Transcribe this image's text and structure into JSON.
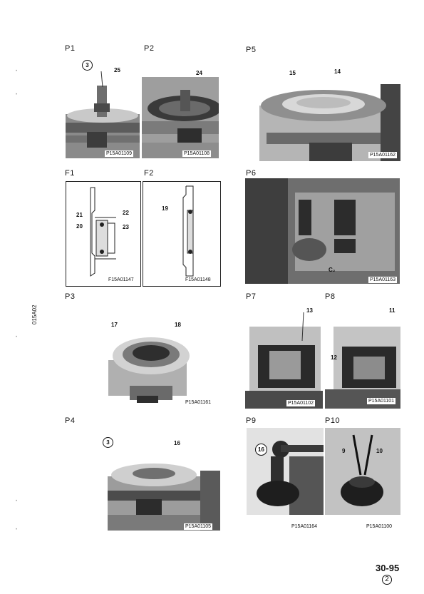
{
  "figures": {
    "p1": {
      "label": "P1",
      "code": "P15A01109",
      "callouts": {
        "c1": "3",
        "c2": "25"
      }
    },
    "p2": {
      "label": "P2",
      "code": "P15A01108",
      "callouts": {
        "c1": "24"
      }
    },
    "p5": {
      "label": "P5",
      "code": "P15A01162",
      "callouts": {
        "c1": "15",
        "c2": "14"
      }
    },
    "f1": {
      "label": "F1",
      "code": "F15A01147",
      "callouts": {
        "c1": "21",
        "c2": "22",
        "c3": "20",
        "c4": "23"
      }
    },
    "f2": {
      "label": "F2",
      "code": "F15A01148",
      "callouts": {
        "c1": "19"
      }
    },
    "p6": {
      "label": "P6",
      "code": "P15A01163",
      "callouts": {
        "c1": "C₂"
      }
    },
    "p3": {
      "label": "P3",
      "code": "P15A01161",
      "callouts": {
        "c1": "17",
        "c2": "18"
      }
    },
    "p7": {
      "label": "P7",
      "code": "P15A01102",
      "callouts": {
        "c1": "13"
      }
    },
    "p8": {
      "label": "P8",
      "code": "P15A01101",
      "callouts": {
        "c1": "11",
        "c2": "12"
      }
    },
    "p4": {
      "label": "P4",
      "code": "P15A01105",
      "callouts": {
        "c1": "3",
        "c2": "16"
      }
    },
    "p9": {
      "label": "P9",
      "code": "P15A01164",
      "callouts": {
        "c1": "16"
      }
    },
    "p10": {
      "label": "P10",
      "code": "P15A01100",
      "callouts": {
        "c1": "9",
        "c2": "10"
      }
    }
  },
  "side_code": "015A02",
  "page_number": "30-95",
  "revision": "2"
}
